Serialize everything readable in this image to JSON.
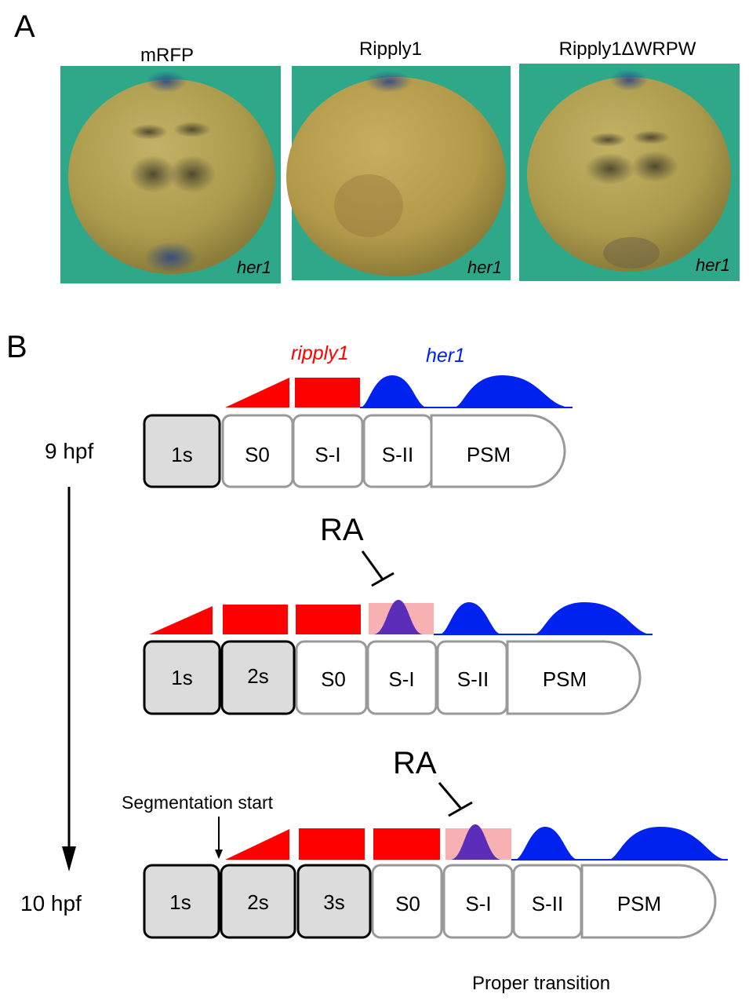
{
  "panel_a": {
    "letter": "A",
    "photos": [
      {
        "title": "mRFP",
        "gene": "her1"
      },
      {
        "title": "Ripply1",
        "gene": "her1"
      },
      {
        "title": "Ripply1ΔWRPW",
        "gene": "her1"
      }
    ]
  },
  "panel_b": {
    "letter": "B",
    "legend": {
      "ripply1": "ripply1",
      "her1": "her1"
    },
    "time_start": "9 hpf",
    "time_end": "10 hpf",
    "ra_label": "RA",
    "segmentation_label": "Segmentation start",
    "proper_transition": "Proper transition",
    "row1": [
      "1s",
      "S0",
      "S-I",
      "S-II",
      "PSM"
    ],
    "row2": [
      "1s",
      "2s",
      "S0",
      "S-I",
      "S-II",
      "PSM"
    ],
    "row3": [
      "1s",
      "2s",
      "3s",
      "S0",
      "S-I",
      "S-II",
      "PSM"
    ]
  },
  "colors": {
    "ripply": "#ff0000",
    "her": "#0022ee",
    "overlap_pink": "#f7b1b3",
    "overlap_purple": "#5b2db8",
    "somite_fill": "#dcdcdc",
    "photo_bg": "#2fa88a",
    "embryo": "#b19f4e"
  }
}
